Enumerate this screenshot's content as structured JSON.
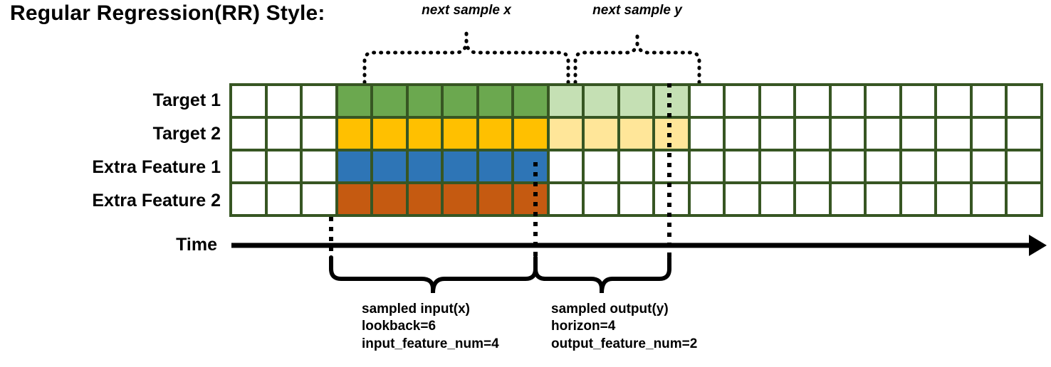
{
  "title": "Regular Regression(RR) Style:",
  "annotations": {
    "next_sample_x": "next sample x",
    "next_sample_y": "next sample y"
  },
  "axis": {
    "time_label": "Time"
  },
  "rows": [
    {
      "label": "Target 1",
      "fill": "green",
      "light_fill": "greenlt"
    },
    {
      "label": "Target 2",
      "fill": "gold",
      "light_fill": "goldlt"
    },
    {
      "label": "Extra Feature 1",
      "fill": "blue",
      "light_fill": null
    },
    {
      "label": "Extra Feature 2",
      "fill": "orange",
      "light_fill": null
    }
  ],
  "grid": {
    "columns": 23,
    "leading_blank": 3,
    "input_span": 6,
    "output_span": 4,
    "trailing_blank": 10
  },
  "notes": {
    "input": "sampled input(x)\nlookback=6\ninput_feature_num=4",
    "output": "sampled output(y)\nhorizon=4\noutput_feature_num=2"
  },
  "colors": {
    "border": "#375623",
    "green": "#6BA84F",
    "green_light": "#C5E0B4",
    "gold": "#FFC000",
    "gold_light": "#FFE699",
    "blue": "#2E75B6",
    "orange": "#C55A11",
    "line": "#000000"
  }
}
